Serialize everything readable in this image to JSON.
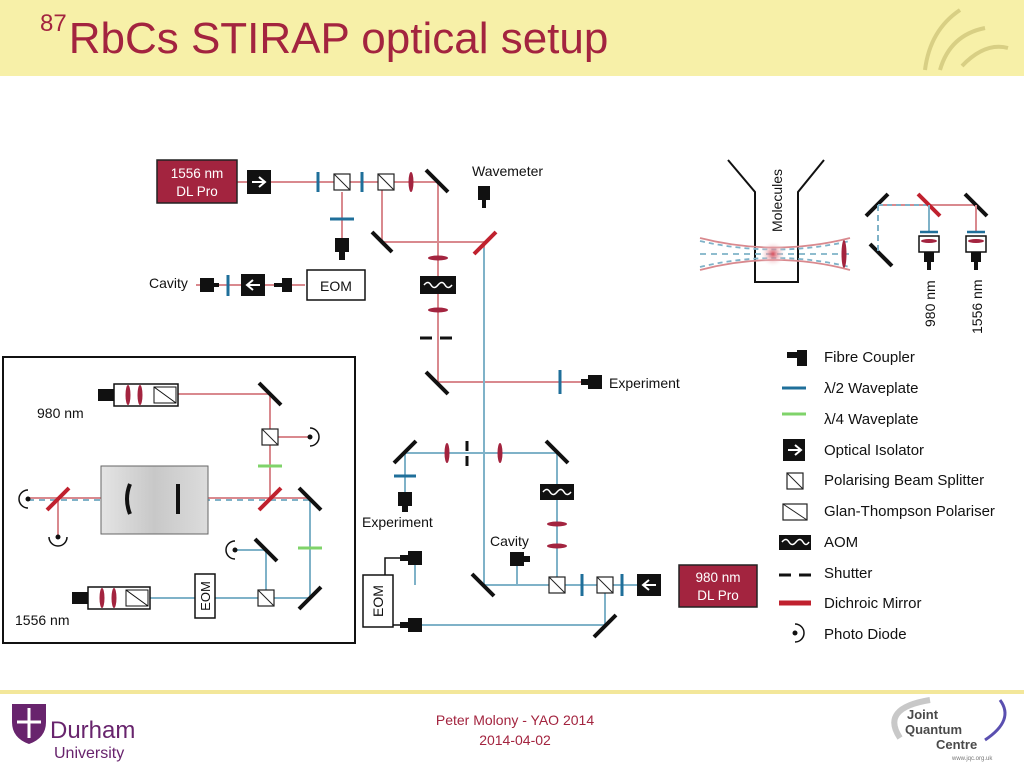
{
  "title": {
    "superscript": "87",
    "main": "RbCs STIRAP optical setup"
  },
  "footer": {
    "presenter": "Peter Molony - YAO 2014",
    "date": "2014-04-02"
  },
  "logos": {
    "left_primary": "Durham",
    "left_secondary": "University",
    "right_1": "Joint",
    "right_2": "Quantum",
    "right_3": "Centre",
    "right_url": "www.jqc.org.uk"
  },
  "lasers": {
    "laser_1556_line1": "1556 nm",
    "laser_1556_line2": "DL Pro",
    "laser_980_line1": "980 nm",
    "laser_980_line2": "DL Pro"
  },
  "labels": {
    "wavemeter": "Wavemeter",
    "cavity_top": "Cavity",
    "eom_top": "EOM",
    "experiment_top": "Experiment",
    "experiment_bottom": "Experiment",
    "cavity_bottom": "Cavity",
    "eom_bottom": "EOM",
    "molecules": "Molecules",
    "beam_980": "980 nm",
    "beam_1556": "1556 nm",
    "inset_980": "980 nm",
    "inset_1556": "1556 nm",
    "inset_eom": "EOM"
  },
  "legend": [
    {
      "icon": "fibre-coupler-icon",
      "label": "Fibre Coupler"
    },
    {
      "icon": "half-waveplate-icon",
      "label": "λ/2 Waveplate"
    },
    {
      "icon": "quarter-waveplate-icon",
      "label": "λ/4 Waveplate"
    },
    {
      "icon": "optical-isolator-icon",
      "label": "Optical Isolator"
    },
    {
      "icon": "polarising-beam-splitter-icon",
      "label": "Polarising Beam Splitter"
    },
    {
      "icon": "glan-thompson-polariser-icon",
      "label": "Glan-Thompson Polariser"
    },
    {
      "icon": "aom-icon",
      "label": "AOM"
    },
    {
      "icon": "shutter-icon",
      "label": "Shutter"
    },
    {
      "icon": "dichroic-mirror-icon",
      "label": "Dichroic Mirror"
    },
    {
      "icon": "photo-diode-icon",
      "label": "Photo Diode"
    }
  ],
  "colors": {
    "accent": "#a3243f",
    "beam_1556": "#d9898e",
    "beam_980": "#7fb2c8",
    "waveplate_half": "#1f6f9a",
    "waveplate_quarter": "#7fd36a",
    "header_bg": "#f7f0a8"
  }
}
